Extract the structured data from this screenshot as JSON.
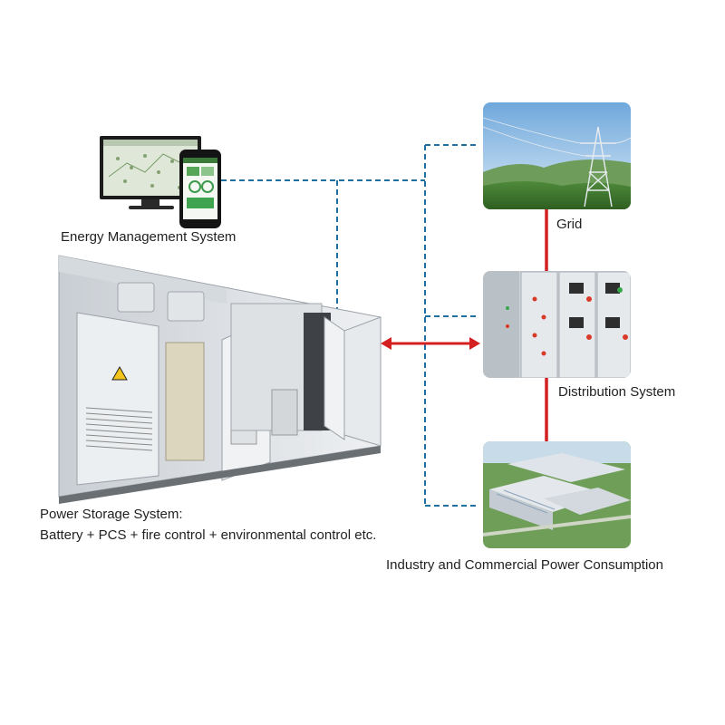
{
  "labels": {
    "ems": "Energy Management System",
    "grid": "Grid",
    "distribution": "Distribution System",
    "industry": "Industry and Commercial Power Consumption",
    "storage_title": "Power Storage System:",
    "storage_desc": "Battery + PCS + fire control + environmental control etc."
  },
  "colors": {
    "dashed_line": "#1f6fa0",
    "power_line": "#d42020",
    "sky": "#9fc8ea",
    "container": "#e8ebed"
  },
  "icons": [
    "monitor-icon",
    "phone-icon",
    "warning-icon",
    "power-tower-icon"
  ]
}
